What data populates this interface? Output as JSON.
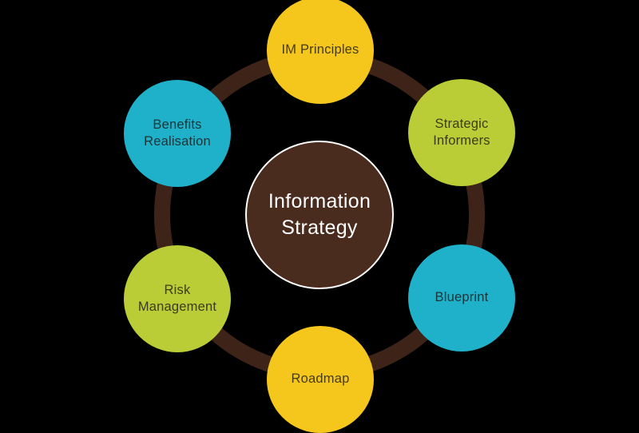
{
  "diagram": {
    "background_color": "#000000",
    "ring_color": "#3E2418",
    "label_ink": "rgba(25,22,18,0.8)",
    "palette": {
      "yellow": "#F5C61C",
      "green": "#BACD37",
      "cyan": "#20B1CA"
    },
    "center": {
      "label": "Information Strategy",
      "fill": "#4A2C1F",
      "border_color": "#FFFFFF",
      "text_color": "#FFFFFF"
    },
    "nodes": [
      {
        "id": "im-principles",
        "label": "IM Principles",
        "color": "yellow",
        "position": "top"
      },
      {
        "id": "strategic-informers",
        "label": "Strategic Informers",
        "color": "green",
        "position": "top-right"
      },
      {
        "id": "blueprint",
        "label": "Blueprint",
        "color": "cyan",
        "position": "bottom-right"
      },
      {
        "id": "roadmap",
        "label": "Roadmap",
        "color": "yellow",
        "position": "bottom"
      },
      {
        "id": "risk-management",
        "label": "Risk Management",
        "color": "green",
        "position": "bottom-left"
      },
      {
        "id": "benefits-realisation",
        "label": "Benefits Realisation",
        "color": "cyan",
        "position": "top-left"
      }
    ]
  }
}
